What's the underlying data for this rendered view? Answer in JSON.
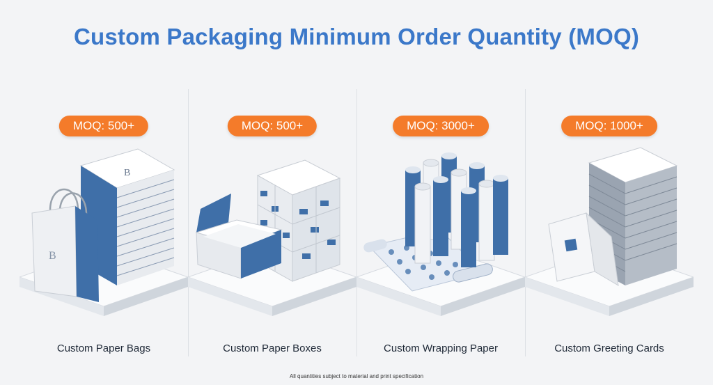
{
  "title": "Custom Packaging Minimum Order Quantity (MOQ)",
  "colors": {
    "title": "#3b78c9",
    "badge": "#f47b2a",
    "product_blue": "#3f6fa8"
  },
  "panels": [
    {
      "badge": "MOQ: 500+",
      "label": "Custom Paper Bags",
      "icon": "paper-bag-stack-icon"
    },
    {
      "badge": "MOQ: 500+",
      "label": "Custom Paper Boxes",
      "icon": "paper-box-stack-icon"
    },
    {
      "badge": "MOQ: 3000+",
      "label": "Custom Wrapping Paper",
      "icon": "wrapping-paper-rolls-icon"
    },
    {
      "badge": "MOQ: 1000+",
      "label": "Custom Greeting Cards",
      "icon": "greeting-card-stack-icon"
    }
  ],
  "footnote": "All quantities subject to material and print specification"
}
